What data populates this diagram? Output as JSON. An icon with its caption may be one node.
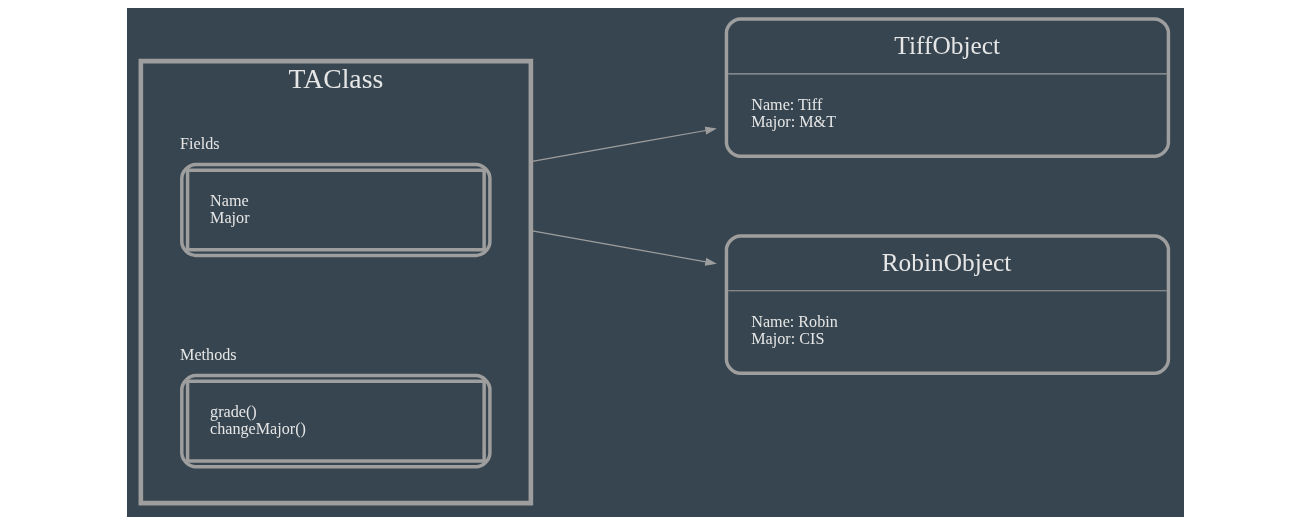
{
  "diagram": {
    "nodes": [
      {
        "text": [
          "TAClass"
        ]
      },
      {
        "text": [
          "Fields",
          "Name",
          "Major"
        ],
        "in": 0
      },
      {
        "text": [
          "Methods",
          "grade()",
          "changeMajor()"
        ],
        "in": 0
      },
      {
        "text": [
          "TiffObject",
          "Name: Tiff",
          "Major: M&T"
        ]
      },
      {
        "text": [
          "RobinObject",
          "Name: Robin",
          "Major: CIS"
        ]
      }
    ],
    "edges": [
      {
        "from": 0,
        "to": 3,
        "arrow": "to"
      },
      {
        "from": 0,
        "to": 4,
        "arrow": "to"
      }
    ]
  }
}
